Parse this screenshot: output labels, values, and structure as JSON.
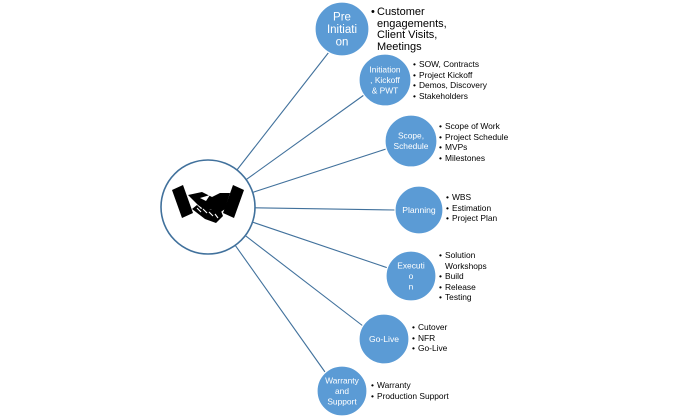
{
  "colors": {
    "node_fill": "#5B9BD5",
    "node_stroke": "#ffffff",
    "connector": "#41719C",
    "hub_stroke": "#41719C",
    "icon": "#000000"
  },
  "hub": {
    "icon": "handshake-icon"
  },
  "stages": [
    {
      "id": "pre-initiation",
      "label_lines": [
        "Pre",
        "Initiati",
        "on"
      ],
      "items": [
        "Customer engagements, Client Visits, Meetings"
      ]
    },
    {
      "id": "initiation",
      "label_lines": [
        "Initiation",
        ", Kickoff",
        "& PWT"
      ],
      "items": [
        "SOW, Contracts",
        "Project Kickoff",
        "Demos, Discovery",
        "Stakeholders"
      ]
    },
    {
      "id": "scope-schedule",
      "label_lines": [
        "Scope,",
        "Schedule"
      ],
      "items": [
        "Scope of Work",
        "Project Schedule",
        "MVPs",
        "Milestones"
      ]
    },
    {
      "id": "planning",
      "label_lines": [
        "Planning"
      ],
      "items": [
        "WBS",
        "Estimation",
        "Project Plan"
      ]
    },
    {
      "id": "execution",
      "label_lines": [
        "Executi",
        "o",
        "n"
      ],
      "items": [
        "Solution Workshops",
        "Build",
        "Release",
        "Testing"
      ]
    },
    {
      "id": "go-live",
      "label_lines": [
        "Go-Live"
      ],
      "items": [
        "Cutover",
        "NFR",
        "Go-Live"
      ]
    },
    {
      "id": "warranty-support",
      "label_lines": [
        "Warranty",
        "and",
        "Support"
      ],
      "items": [
        "Warranty",
        "Production Support"
      ]
    }
  ]
}
